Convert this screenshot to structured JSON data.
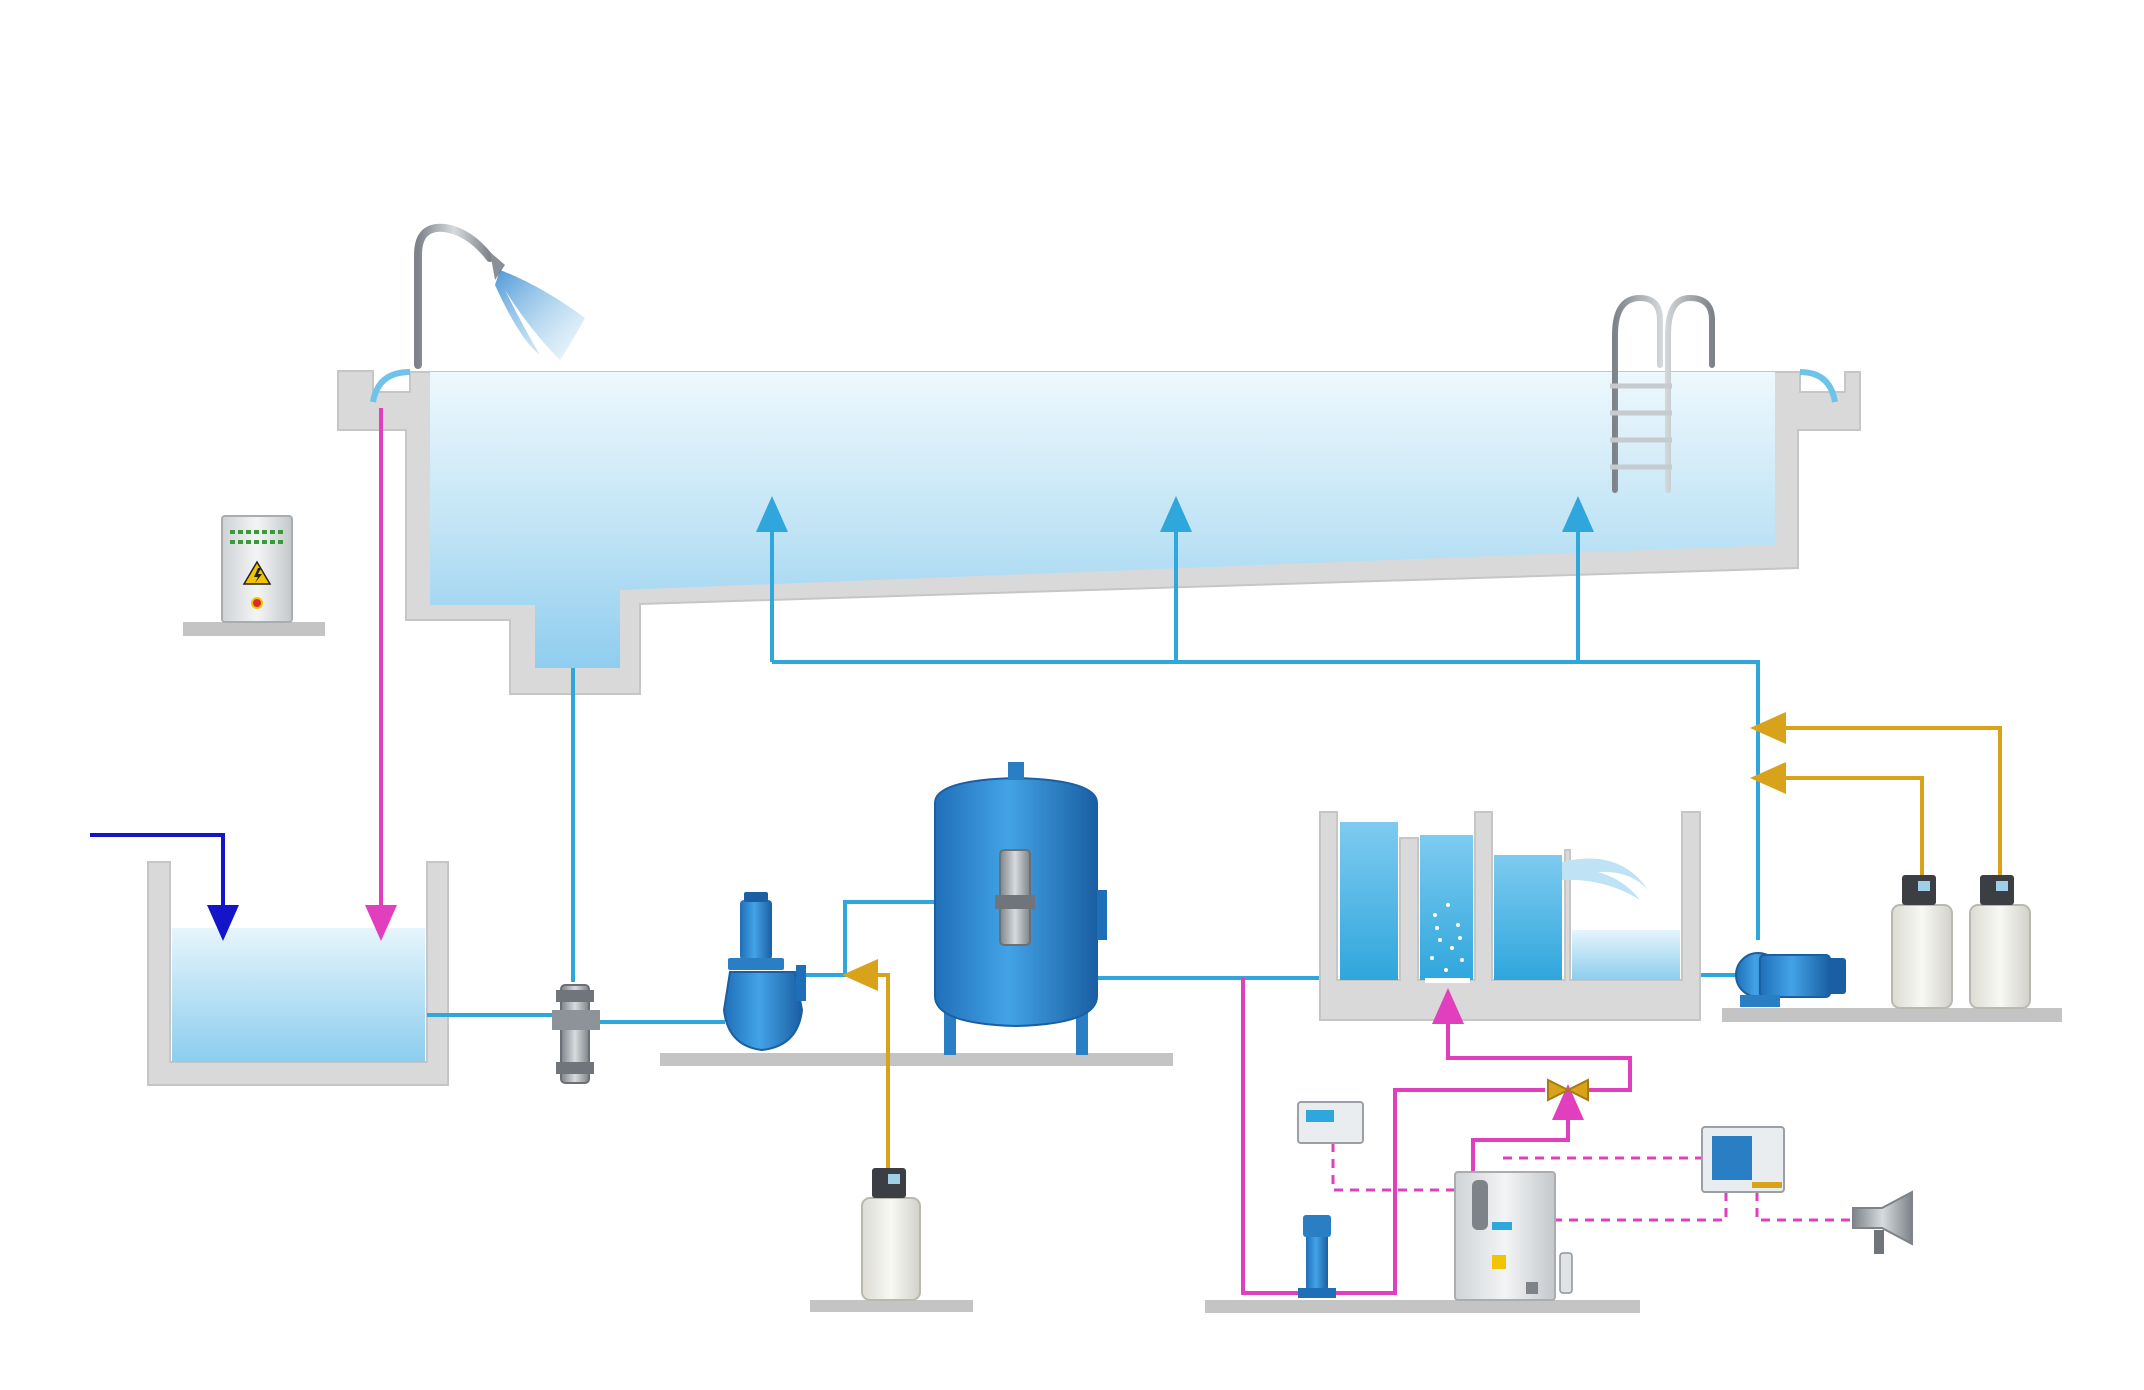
{
  "diagram": {
    "kind": "swimming-pool-water-treatment-schematic",
    "labels": []
  },
  "colors": {
    "background": "#ffffff",
    "water_pipe": "#2fa6dc",
    "chemical_line": "#d9a21b",
    "ozone_line": "#e23fbf",
    "fresh_water_line": "#1414c8",
    "signal_line_dashed": "#e23fbf",
    "concrete": "#d9d9d9",
    "equipment_blue": "#2a7fc4",
    "steel": "#9aa0a6"
  },
  "components": [
    {
      "name": "swimming-pool",
      "icon": "pool-basin"
    },
    {
      "name": "shower-fountain",
      "icon": "shower-icon"
    },
    {
      "name": "pool-ladder",
      "icon": "ladder-icon"
    },
    {
      "name": "balance-tank",
      "icon": "tank-icon"
    },
    {
      "name": "control-cabinet",
      "icon": "electrical-cabinet-icon"
    },
    {
      "name": "strainer-valve",
      "icon": "valve-icon"
    },
    {
      "name": "circulation-pump",
      "icon": "pump-icon"
    },
    {
      "name": "sand-filter",
      "icon": "filter-vessel-icon"
    },
    {
      "name": "flocculant-dosing",
      "icon": "dosing-tank-icon"
    },
    {
      "name": "ozone-contact-tank",
      "icon": "contact-tank-icon"
    },
    {
      "name": "booster-pump",
      "icon": "pump-icon"
    },
    {
      "name": "ozone-generator",
      "icon": "ozone-generator-icon"
    },
    {
      "name": "ozone-monitor",
      "icon": "controller-icon"
    },
    {
      "name": "water-analyzer",
      "icon": "controller-icon"
    },
    {
      "name": "alarm-horn",
      "icon": "horn-icon"
    },
    {
      "name": "return-pump",
      "icon": "pump-icon"
    },
    {
      "name": "chemical-dosing-tank-1",
      "icon": "dosing-tank-icon"
    },
    {
      "name": "chemical-dosing-tank-2",
      "icon": "dosing-tank-icon"
    }
  ]
}
